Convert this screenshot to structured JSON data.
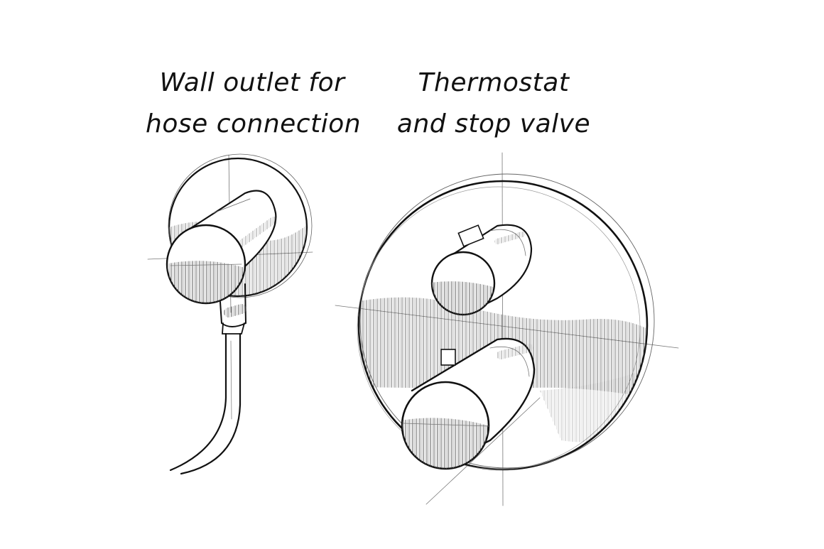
{
  "labels": {
    "wall_outlet": {
      "line1": "Wall outlet for",
      "line2": "hose connection"
    },
    "thermostat": {
      "line1": "Thermostat",
      "line2": "and stop valve"
    }
  },
  "colors": {
    "ink": "#111111",
    "shade": "#555555",
    "background": "#ffffff"
  }
}
